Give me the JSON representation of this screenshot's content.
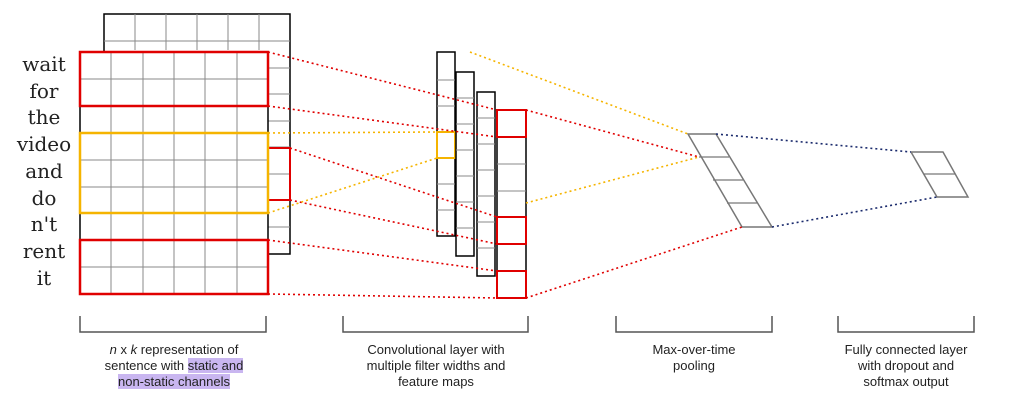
{
  "diagram": {
    "words": [
      "wait",
      "for",
      "the",
      "video",
      "and",
      "do",
      "n't",
      "rent",
      "it"
    ],
    "captions": {
      "input": {
        "n": "n",
        "x": " x ",
        "k": "k",
        "line1_rest": " representation of",
        "line2_plain": "sentence with ",
        "line2_highlight": "static and",
        "line3_highlight": "non-static channels"
      },
      "conv": {
        "line1": "Convolutional layer with",
        "line2": "multiple filter widths and",
        "line3": "feature maps"
      },
      "pool": {
        "line1": "Max-over-time",
        "line2": "pooling"
      },
      "fc": {
        "line1": "Fully connected layer",
        "line2": "with dropout and",
        "line3": "softmax output"
      }
    },
    "colors": {
      "red": "#e00000",
      "orange": "#f5b400",
      "navy": "#1a2a6c",
      "grid": "#8a8a8a",
      "highlight": "#c9b6f0"
    }
  }
}
